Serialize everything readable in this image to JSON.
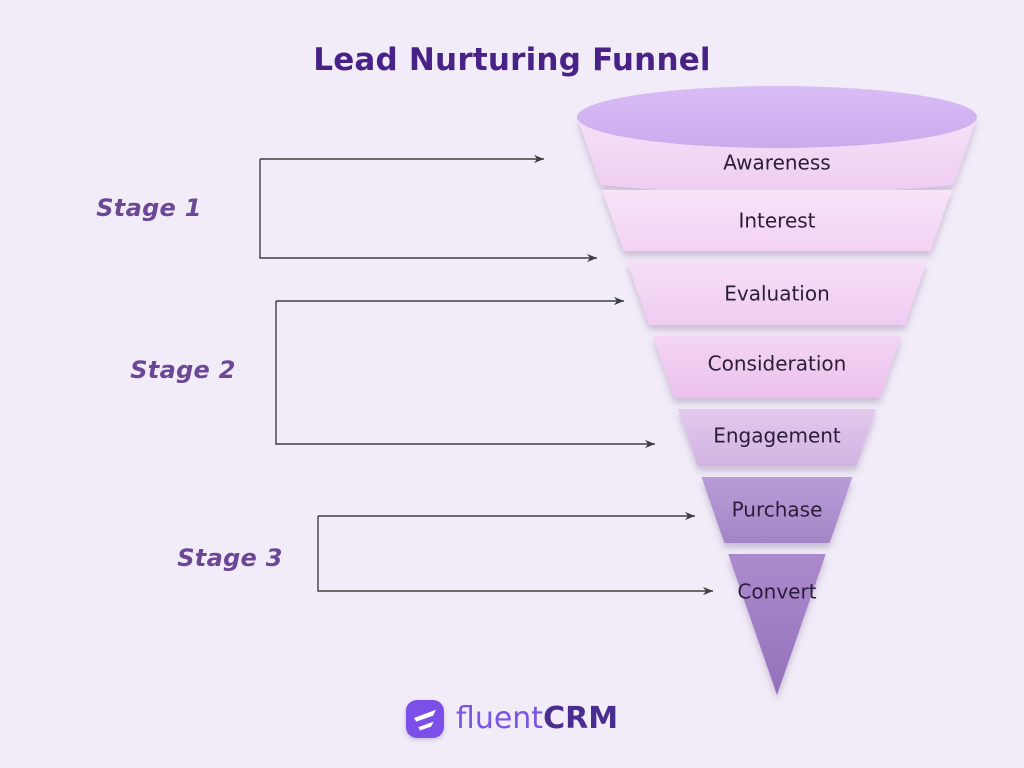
{
  "title": "Lead Nurturing Funnel",
  "stages": [
    {
      "label": "Stage 1"
    },
    {
      "label": "Stage 2"
    },
    {
      "label": "Stage 3"
    }
  ],
  "funnel": {
    "top_ellipse_colors": [
      "#d9bdf5",
      "#cdaaee"
    ],
    "levels": [
      {
        "label": "Awareness",
        "colors": [
          "#f6e1f8",
          "#eeccf1"
        ]
      },
      {
        "label": "Interest",
        "colors": [
          "#f8e4f9",
          "#f2d2f4"
        ]
      },
      {
        "label": "Evaluation",
        "colors": [
          "#f6def7",
          "#f0cbf2"
        ]
      },
      {
        "label": "Consideration",
        "colors": [
          "#f3d5f4",
          "#ecc1ed"
        ]
      },
      {
        "label": "Engagement",
        "colors": [
          "#e3c9ed",
          "#d2b2e2"
        ]
      },
      {
        "label": "Purchase",
        "colors": [
          "#b99dd7",
          "#a385c6"
        ]
      },
      {
        "label": "Convert",
        "colors": [
          "#ad89cd",
          "#9571bb"
        ]
      }
    ]
  },
  "logo": {
    "brand_light": "fluent",
    "brand_bold": "CRM",
    "icon": "fluentcrm-flag-icon"
  },
  "colors": {
    "background": "#f1ecf8",
    "title": "#482287",
    "stage_label": "#6b4795",
    "funnel_text": "#2b1c38",
    "connector_line": "#3f3f3f",
    "logo_light": "#7a55e8",
    "logo_dark": "#4b2d8f",
    "logo_chip": "#7b4fe8"
  }
}
